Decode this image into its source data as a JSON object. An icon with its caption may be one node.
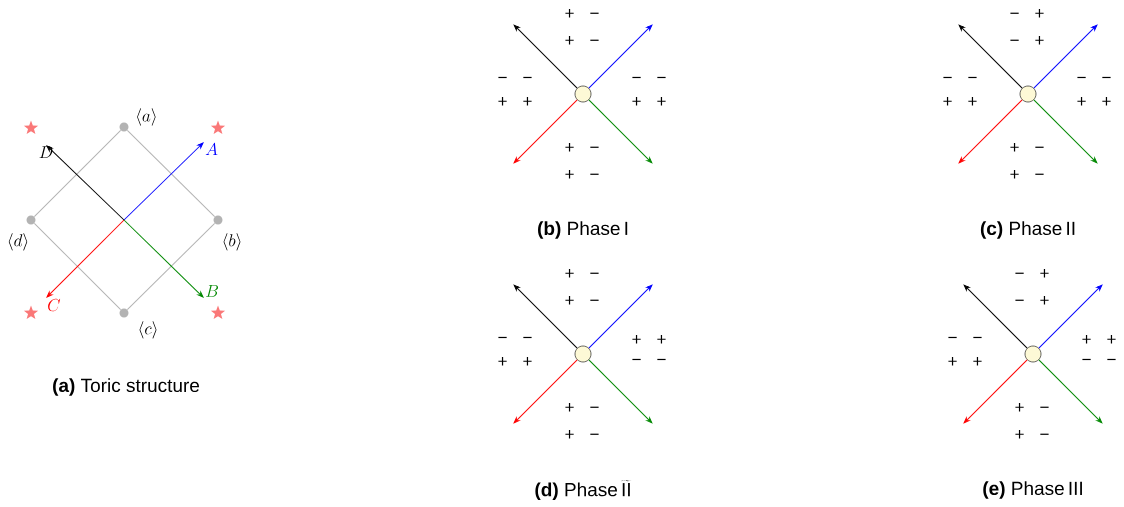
{
  "diagram": {
    "nodes": [
      {
        "text": [],
        "shape": "circle",
        "beside": [
          "\\langle a\\rangle"
        ]
      },
      {
        "text": [],
        "shape": "circle",
        "beside": [
          "\\langle b\\rangle"
        ]
      },
      {
        "text": [],
        "shape": "circle",
        "beside": [
          "\\langle c\\rangle"
        ]
      },
      {
        "text": [],
        "shape": "circle",
        "beside": [
          "\\langle d\\rangle"
        ]
      },
      {
        "text": [
          "A"
        ]
      },
      {
        "text": [
          "B"
        ]
      },
      {
        "text": [
          "C"
        ]
      },
      {
        "text": [
          "D"
        ]
      },
      {
        "text": [],
        "shape": "circle"
      },
      {
        "text": [],
        "shape": "circle"
      },
      {
        "text": [],
        "shape": "circle"
      },
      {
        "text": [],
        "shape": "circle"
      }
    ],
    "edges": [
      {
        "from": 0,
        "to": 1,
        "arrow": "none",
        "color": "#b3b3b3"
      },
      {
        "from": 1,
        "to": 2,
        "arrow": "none",
        "color": "#b3b3b3"
      },
      {
        "from": 2,
        "to": 3,
        "arrow": "none",
        "color": "#b3b3b3"
      },
      {
        "from": 3,
        "to": 0,
        "arrow": "none",
        "color": "#b3b3b3"
      },
      {
        "from": null,
        "to": 4,
        "arrow": "to",
        "color": "#0000ff"
      },
      {
        "from": null,
        "to": 5,
        "arrow": "to",
        "color": "#008800"
      },
      {
        "from": null,
        "to": 6,
        "arrow": "to",
        "color": "#ff0000"
      },
      {
        "from": null,
        "to": 7,
        "arrow": "to",
        "color": "#000000"
      },
      {
        "from": 8,
        "to": null,
        "arrow": "to",
        "color": "#000000"
      },
      {
        "from": 8,
        "to": null,
        "arrow": "to",
        "color": "#0000ff"
      },
      {
        "from": 8,
        "to": null,
        "arrow": "to",
        "color": "#ff0000"
      },
      {
        "from": 8,
        "to": null,
        "arrow": "to",
        "color": "#008800"
      },
      {
        "from": 9,
        "to": null,
        "arrow": "to",
        "color": "#000000"
      },
      {
        "from": 9,
        "to": null,
        "arrow": "to",
        "color": "#0000ff"
      },
      {
        "from": 9,
        "to": null,
        "arrow": "to",
        "color": "#ff0000"
      },
      {
        "from": 9,
        "to": null,
        "arrow": "to",
        "color": "#008800"
      },
      {
        "from": 10,
        "to": null,
        "arrow": "to",
        "color": "#000000"
      },
      {
        "from": 10,
        "to": null,
        "arrow": "to",
        "color": "#0000ff"
      },
      {
        "from": 10,
        "to": null,
        "arrow": "to",
        "color": "#ff0000"
      },
      {
        "from": 10,
        "to": null,
        "arrow": "to",
        "color": "#008800"
      },
      {
        "from": 11,
        "to": null,
        "arrow": "to",
        "color": "#000000"
      },
      {
        "from": 11,
        "to": null,
        "arrow": "to",
        "color": "#0000ff"
      },
      {
        "from": 11,
        "to": null,
        "arrow": "to",
        "color": "#ff0000"
      },
      {
        "from": 11,
        "to": null,
        "arrow": "to",
        "color": "#008800"
      }
    ],
    "labels": [
      "**(a)** Toric structure",
      "+ −",
      "+ −",
      "− −",
      "− −",
      "+ +",
      "+ +",
      "+ −",
      "+ −",
      "**(b)** Phase",
      "\\mathrm{I}",
      "− +",
      "− +",
      "− −",
      "− −",
      "+ +",
      "+ +",
      "+ −",
      "+ −",
      "**(c)** Phase",
      "\\mathrm{II}",
      "+ −",
      "+ −",
      "− −",
      "+ +",
      "+ +",
      "− −",
      "+ −",
      "+ −",
      "**(d)** Phase",
      "\\widetilde{\\mathrm{II}}",
      "− +",
      "− +",
      "− −",
      "+ +",
      "+ +",
      "− −",
      "+ −",
      "+ −",
      "**(e)** Phase",
      "\\mathrm{III}"
    ]
  }
}
